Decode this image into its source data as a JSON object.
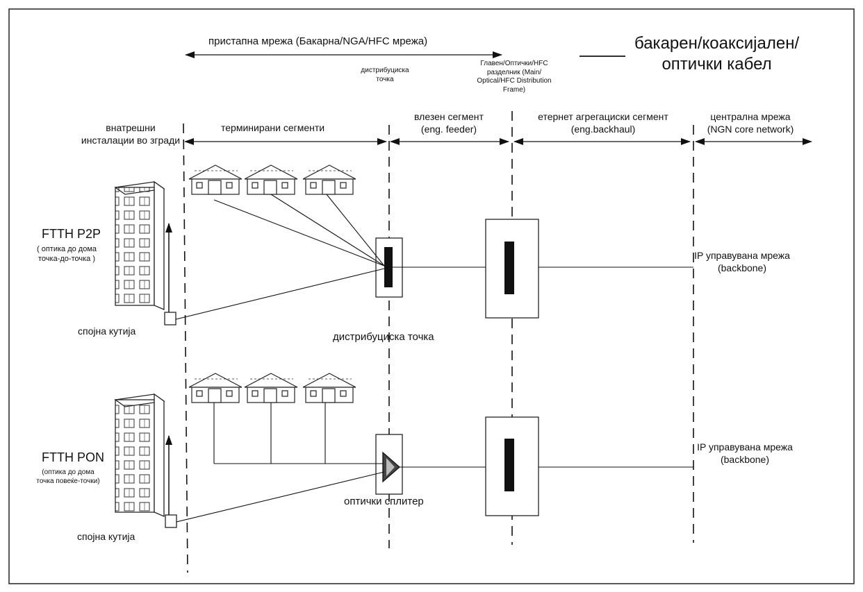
{
  "header": {
    "access_network": "пристапна мрежа (Бакарна/NGA/HFC мрежа)",
    "legend_cable": "бакарен/коаксијален/\nоптички кабел",
    "distribution_point_small": "дистрибуциска\nточка",
    "main_frame": "Главен/Оптички/HFC\nразделник (Main/\nOptical/HFC Distribution\nFrame)"
  },
  "segments": {
    "in_building": "внатрешни\nинсталации во згради",
    "terminated": "терминирани сегменти",
    "feeder": "влезен сегмент\n(eng. feeder)",
    "backhaul": "етернет агрегациски сегмент\n(eng.backhaul)",
    "core": "централна мрежа\n(NGN core network)"
  },
  "p2p": {
    "title": "FTTH P2P",
    "subtitle": "( оптика до дома\nточка-до-точка )",
    "splice_box": "спојна кутија",
    "distribution_label": "дистрибуциска точка",
    "ip_network": "IP управувана мрежа\n(backbone)"
  },
  "pon": {
    "title": "FTTH PON",
    "subtitle": "(оптика до дома\nточка повеќе-точки)",
    "splice_box": "спојна кутија",
    "splitter_label": "оптички сплитер",
    "ip_network": "IP управувана мрежа\n(backbone)"
  },
  "colors": {
    "line": "#111111",
    "border": "#222222",
    "background": "#ffffff"
  }
}
